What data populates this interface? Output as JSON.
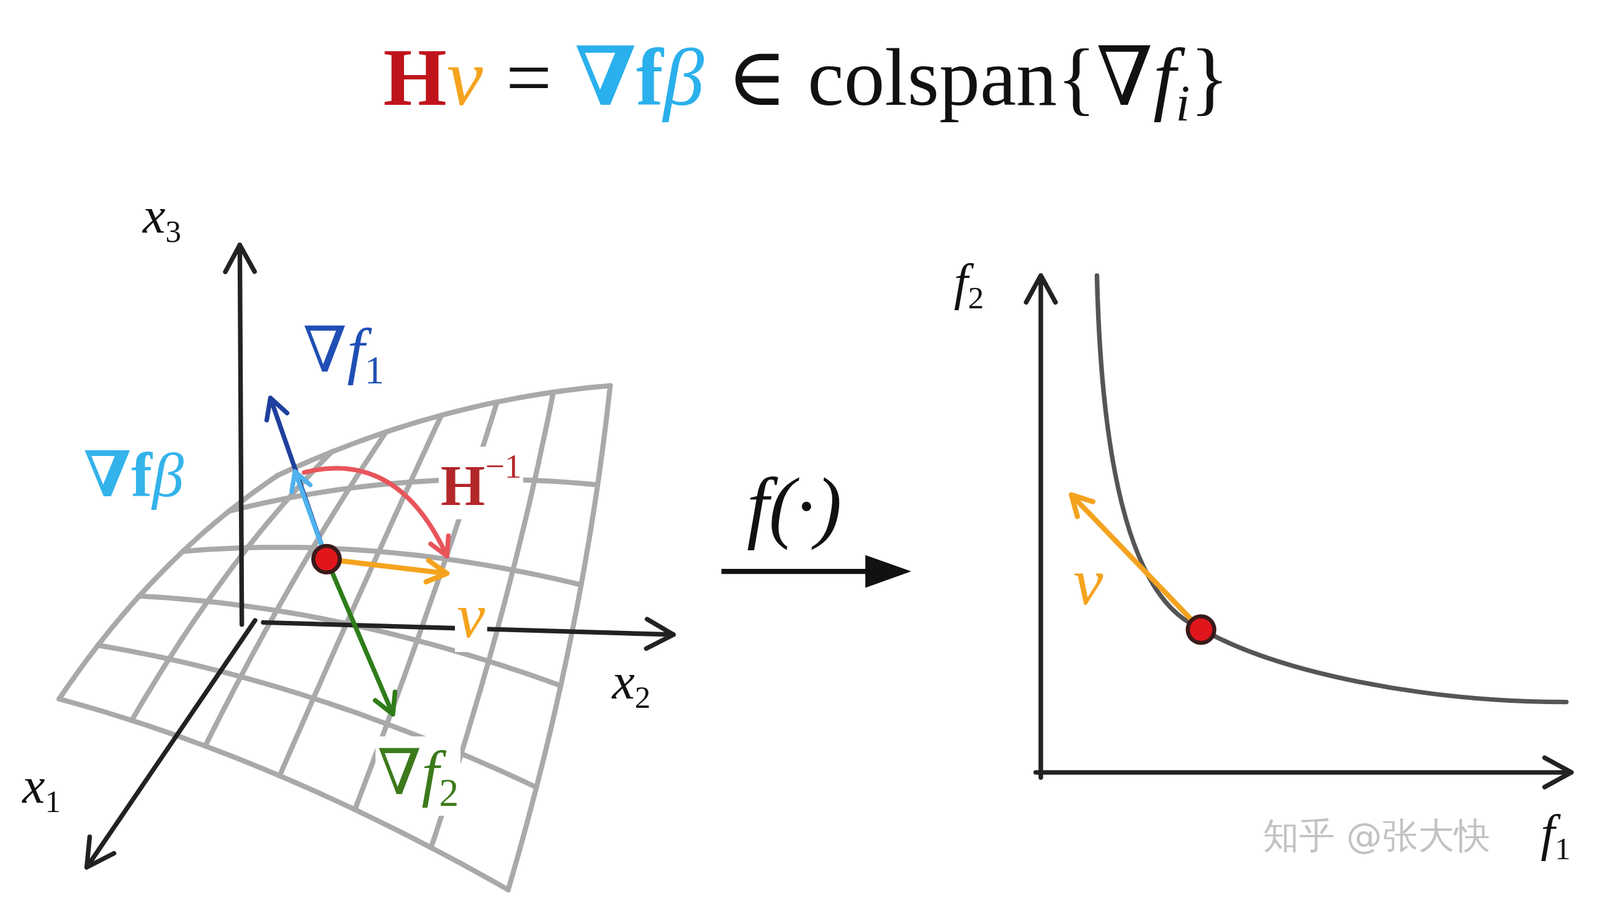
{
  "diagram": {
    "labels": [
      "H",
      "v",
      "=",
      "∇f",
      "β",
      "∈ colspan{∇",
      "f",
      "i",
      "}",
      "x",
      "3",
      "∇",
      "f",
      "1",
      "∇f",
      "β",
      "H",
      "−1",
      "v",
      "x",
      "2",
      "∇",
      "f",
      "2",
      "x",
      "1",
      "f(·)",
      "f",
      "2",
      "v",
      "f",
      "1",
      "知乎 @张大快"
    ]
  }
}
